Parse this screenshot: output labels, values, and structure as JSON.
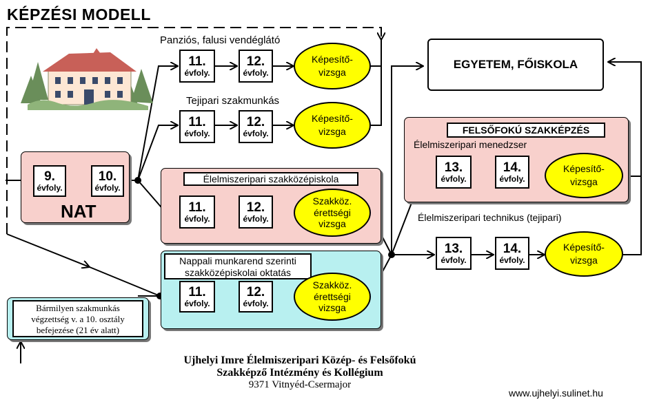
{
  "title": "KÉPZÉSI MODELL",
  "year_sub": "évfoly.",
  "nat": {
    "y9": "9.",
    "y10": "10.",
    "label": "NAT"
  },
  "rows": {
    "r1": {
      "label": "Panziós, falusi vendéglátó",
      "y1": "11.",
      "y2": "12.",
      "exam": [
        "Képesítő-",
        "vizsga"
      ]
    },
    "r2": {
      "label": "Tejipari szakmunkás",
      "y1": "11.",
      "y2": "12.",
      "exam": [
        "Képesítő-",
        "vizsga"
      ]
    },
    "r3": {
      "label": "Élelmiszeripari szakközépiskola",
      "y1": "11.",
      "y2": "12.",
      "exam": [
        "Szakköz.",
        "érettségi",
        "vizsga"
      ]
    },
    "r4": {
      "label1": "Nappali munkarend szerinti",
      "label2": "szakközépiskolai oktatás",
      "y1": "11.",
      "y2": "12.",
      "exam": [
        "Szakköz.",
        "érettségi",
        "vizsga"
      ]
    }
  },
  "university": "EGYETEM, FŐISKOLA",
  "higher": {
    "heading": "FELSŐFOKÚ SZAKKÉPZÉS",
    "label": "Élelmiszeripari menedzser",
    "y1": "13.",
    "y2": "14.",
    "exam": [
      "Képesítő-",
      "vizsga"
    ]
  },
  "tech": {
    "label": "Élelmiszeripari technikus (tejipari)",
    "y1": "13.",
    "y2": "14.",
    "exam": [
      "Képesítő-",
      "vizsga"
    ]
  },
  "entry": [
    "Bármilyen szakmunkás",
    "végzettség v. a 10. osztály",
    "befejezése (21 év alatt)"
  ],
  "institution": {
    "line1": "Ujhelyi Imre Élelmiszeripari Közép- és Felsőfokú",
    "line2": "Szakképző Intézmény és Kollégium",
    "address": "9371 Vitnyéd-Csermajor"
  },
  "website": "www.ujhelyi.sulinet.hu"
}
